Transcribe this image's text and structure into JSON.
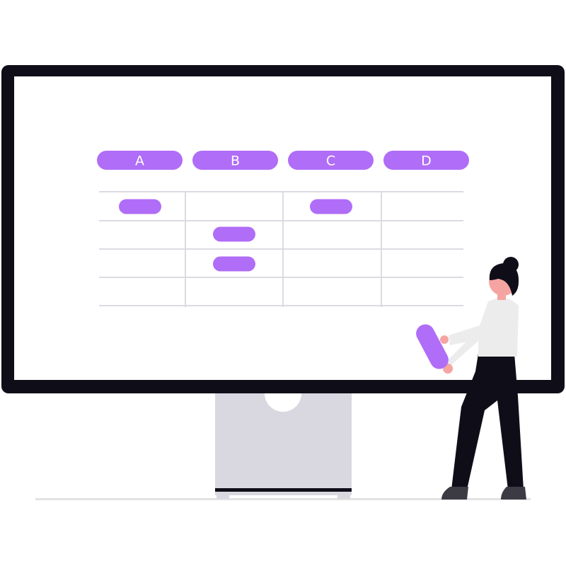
{
  "colors": {
    "accent": "#b06df7",
    "monitor_frame": "#0f0e18",
    "screen": "#ffffff",
    "stand": "#d9d8e0",
    "grid_line": "#dcdbe3",
    "skin": "#f5a5a1",
    "shirt": "#ececec",
    "dark": "#0f0e18",
    "floor": "#e2e2e2"
  },
  "table": {
    "headers": [
      "A",
      "B",
      "C",
      "D"
    ],
    "row_count": 4,
    "cells": [
      {
        "row": 0,
        "col": 0
      },
      {
        "row": 0,
        "col": 2
      },
      {
        "row": 1,
        "col": 1
      },
      {
        "row": 2,
        "col": 1
      }
    ]
  },
  "illustration": {
    "figure": "person-holding-cell-block",
    "held_item": "purple-cell-block"
  }
}
